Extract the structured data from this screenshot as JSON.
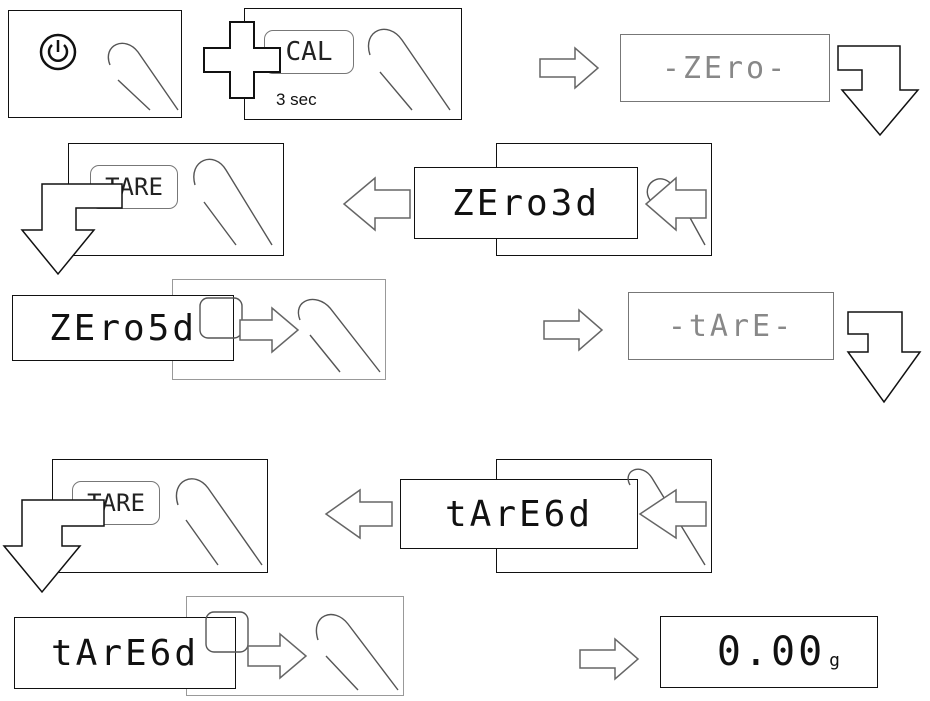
{
  "steps": {
    "power_on": {
      "icon": "power-icon"
    },
    "cal": {
      "button": "CAL",
      "hold": "3 sec"
    },
    "zero_prompt": "-ZEro-",
    "zero_tare_button": "TARE",
    "zero_3d": "ZEro3d",
    "zero_5d": "ZEro5d",
    "tare_prompt": "-tArE-",
    "tare_button": "TARE",
    "tare_6d_a": "tArE6d",
    "tare_6d_b": "tArE6d",
    "final_reading": {
      "value": "0.00",
      "unit": "g"
    }
  }
}
